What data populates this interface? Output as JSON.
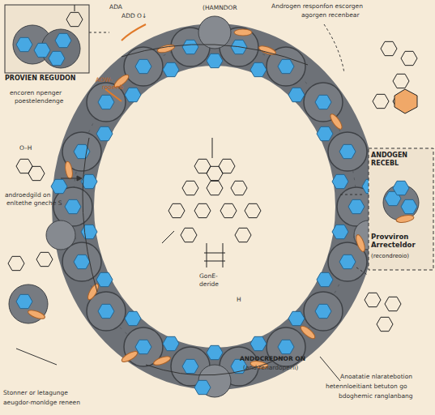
{
  "diagram": {
    "nodes": [
      {
        "text": [
          "PROVIEN REGUDON"
        ]
      },
      {
        "text": [
          "ANDOGEN RECEBL",
          "Provviron Arrecteldor",
          "(recondreoio)"
        ]
      }
    ],
    "labels": [
      "ADA",
      "ADD O↓",
      "(HAMNDOR",
      "Androgen responfon escorgen",
      "agorgen recenbear",
      "AOW-",
      "rooenb",
      "encoren npenger",
      "poestelendenge",
      "O–H",
      "androedgild on",
      "enltethe gneche S",
      "GonE-",
      "deride",
      "H",
      "ANDOCREDNOR ON",
      "(and renardoperli)",
      "Anoatatie nlaratebotion",
      "hetennloeitiant betuton go",
      "bdoghemic ranglanbang",
      "Stonner or letagunge",
      "aeugdor-monldge reneen"
    ]
  }
}
